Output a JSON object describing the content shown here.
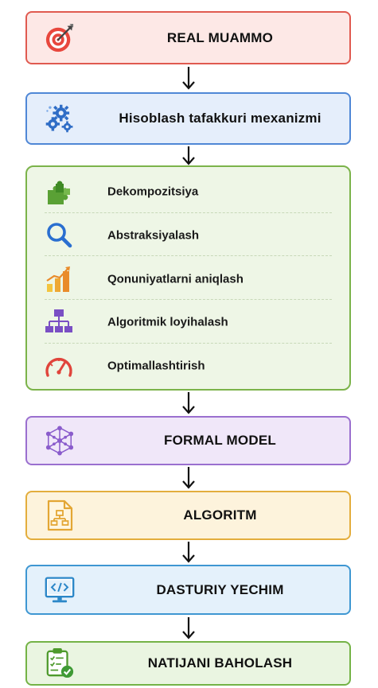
{
  "flow": {
    "real_problem": {
      "label": "REAL MUAMMO",
      "icon": "target-icon",
      "border": "#e05a50",
      "fill": "#fde8e6"
    },
    "mechanism": {
      "label": "Hisoblash tafakkuri mexanizmi",
      "icon": "gears-icon",
      "border": "#4f87d6",
      "fill": "#e5eefb"
    },
    "steps": {
      "border": "#7bb34a",
      "fill": "#eef6e6",
      "items": [
        {
          "label": "Dekompozitsiya",
          "icon": "puzzle-icon"
        },
        {
          "label": "Abstraksiyalash",
          "icon": "magnifier-icon"
        },
        {
          "label": "Qonuniyatlarni aniqlash",
          "icon": "bar-chart-icon"
        },
        {
          "label": "Algoritmik loyihalash",
          "icon": "hierarchy-icon"
        },
        {
          "label": "Optimallashtirish",
          "icon": "speedometer-icon"
        }
      ]
    },
    "formal_model": {
      "label": "FORMAL MODEL",
      "icon": "network-cube-icon",
      "border": "#9a6fcf",
      "fill": "#f0e7f9"
    },
    "algorithm": {
      "label": "ALGORITM",
      "icon": "flowchart-document-icon",
      "border": "#e3ad3c",
      "fill": "#fdf3dc"
    },
    "software": {
      "label": "DASTURIY YECHIM",
      "icon": "code-monitor-icon",
      "border": "#3e97d2",
      "fill": "#e4f1fb"
    },
    "evaluation": {
      "label": "NATIJANI BAHOLASH",
      "icon": "checklist-icon",
      "border": "#74b346",
      "fill": "#eaf5e1"
    }
  }
}
